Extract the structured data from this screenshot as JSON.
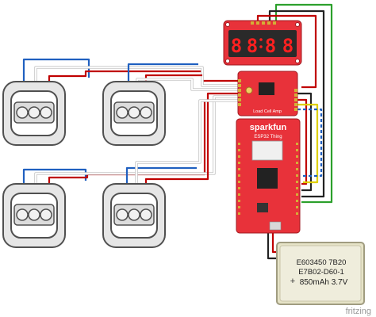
{
  "display": {
    "digits": [
      "8",
      "8",
      "8",
      "8"
    ]
  },
  "load_cell_amp": {
    "silkscreen": "Load Cell Amp"
  },
  "esp32": {
    "brand": "sparkfun",
    "name": "ESP32 Thing"
  },
  "battery": {
    "line1": "E603450 7B20",
    "line2": "E7B02-D60-1",
    "line3": "850mAh 3.7V",
    "plus": "+"
  },
  "footer": {
    "logo": "fritzing"
  },
  "colors": {
    "red_wire": "#c00000",
    "blue_wire": "#2060c0",
    "white_wire": "#ffffff",
    "green_wire": "#2ca02c",
    "yellow_wire": "#e0d000",
    "board_red": "#e8323a",
    "segment_on": "#ff2020",
    "battery_fill": "#e6e3c7"
  }
}
